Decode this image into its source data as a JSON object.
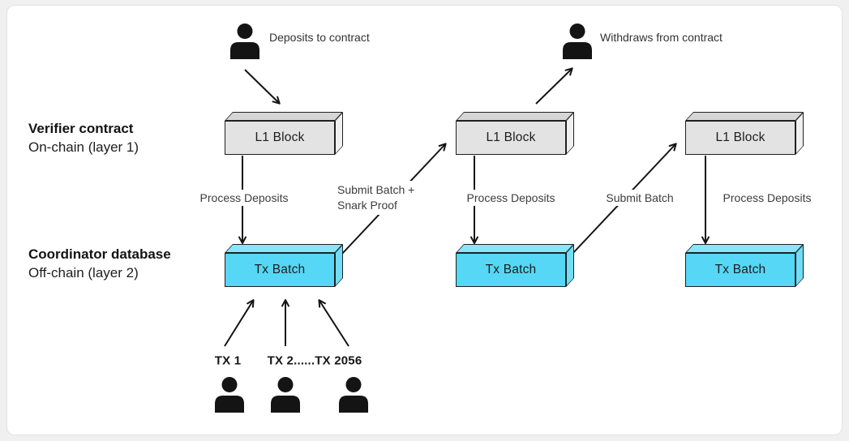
{
  "rows": {
    "layer1": {
      "title": "Verifier contract",
      "subtitle": "On-chain (layer 1)"
    },
    "layer2": {
      "title": "Coordinator database",
      "subtitle": "Off-chain (layer 2)"
    }
  },
  "actors": {
    "deposit": "Deposits to contract",
    "withdraw": "Withdraws from contract"
  },
  "blocks": {
    "l1": [
      "L1 Block",
      "L1 Block",
      "L1 Block"
    ],
    "tx": [
      "Tx Batch",
      "Tx Batch",
      "Tx Batch"
    ]
  },
  "edges": {
    "process_deposits_1": "Process Deposits",
    "submit_batch_snark": {
      "line1": "Submit Batch +",
      "line2": "Snark Proof"
    },
    "process_deposits_2": "Process Deposits",
    "submit_batch": "Submit Batch",
    "process_deposits_3": "Process Deposits"
  },
  "tx_labels": {
    "first": "TX 1",
    "range": "TX 2......TX 2056"
  },
  "icons": {
    "person": "person-icon"
  },
  "colors": {
    "page_bg": "#f0f0f0",
    "card_bg": "#ffffff",
    "box_border": "#202020",
    "stroke": "#141414",
    "l1_front": "#e3e3e3",
    "l1_top": "#d6d6d6",
    "l1_side": "#f0f0f0",
    "tx_front": "#55d7f5",
    "tx_top": "#8ae5fa",
    "tx_side": "#70def7"
  }
}
